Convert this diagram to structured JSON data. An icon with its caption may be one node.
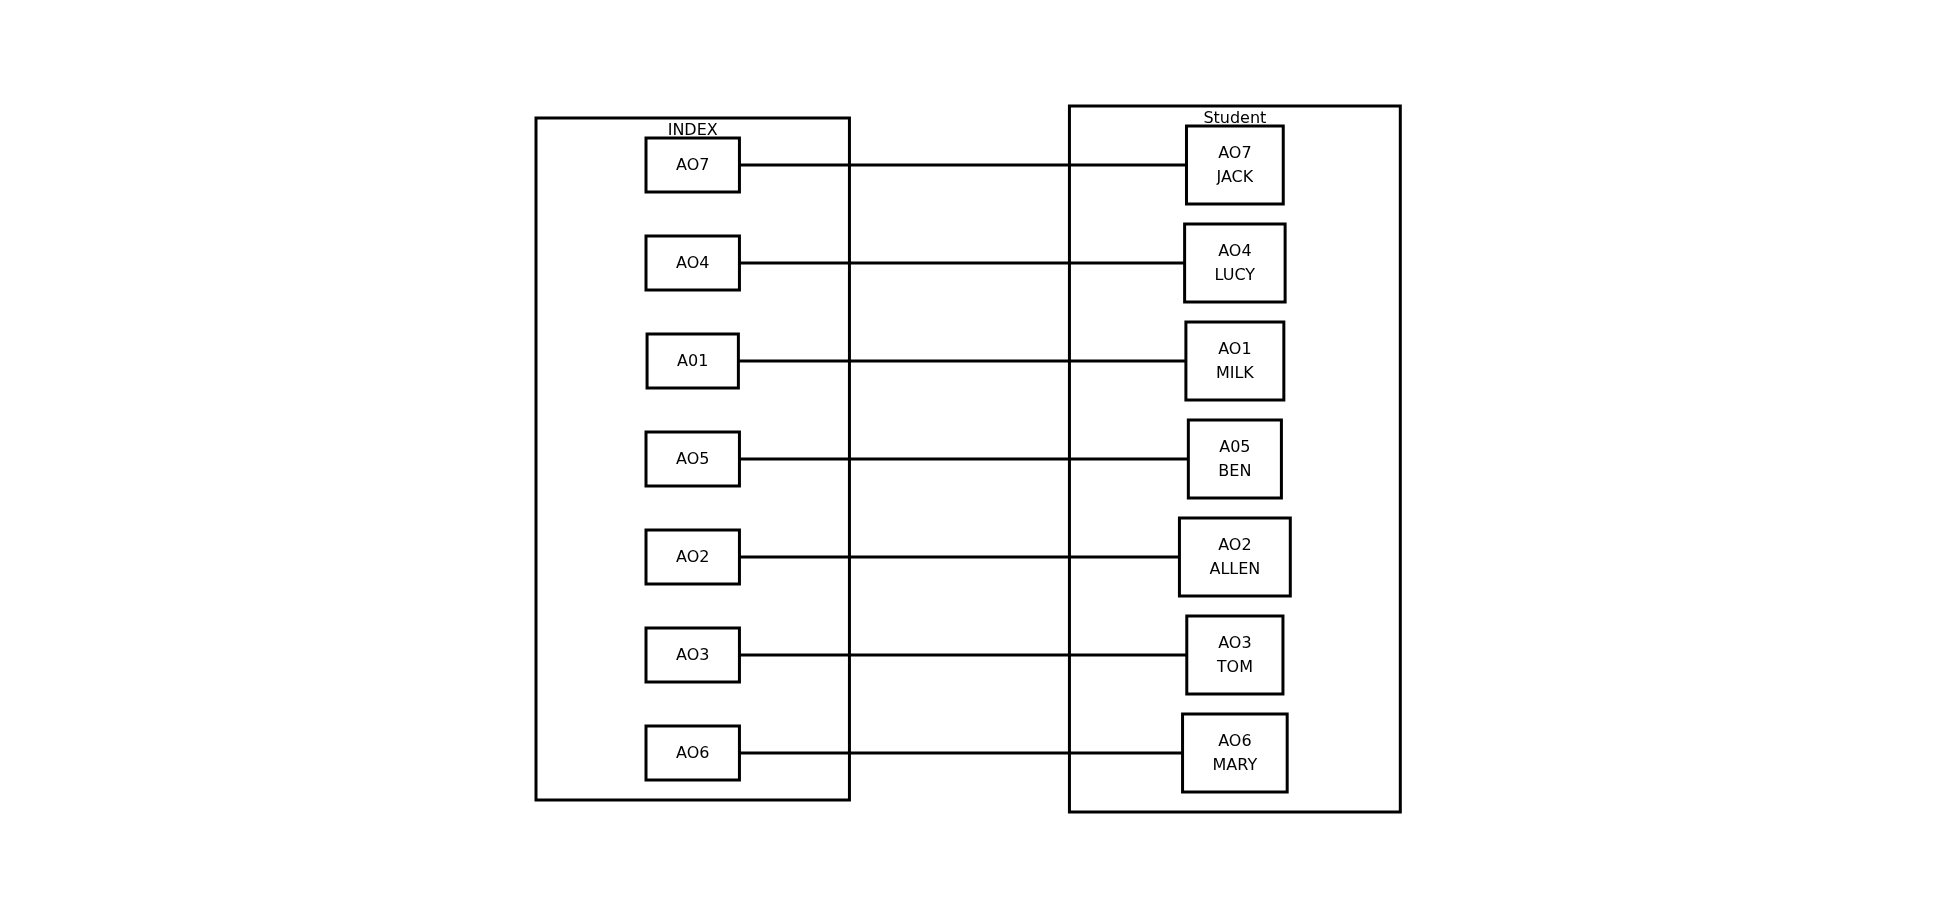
{
  "diagram": {
    "nodes": [
      {
        "text": [
          "INDEX"
        ]
      },
      {
        "text": [
          "A01"
        ],
        "in": 0
      },
      {
        "text": [
          "AO2"
        ],
        "in": 0
      },
      {
        "text": [
          "AO3"
        ],
        "in": 0
      },
      {
        "text": [
          "AO4"
        ],
        "in": 0
      },
      {
        "text": [
          "AO5"
        ],
        "in": 0
      },
      {
        "text": [
          "AO6"
        ],
        "in": 0
      },
      {
        "text": [
          "AO7"
        ],
        "in": 0
      },
      {
        "text": [
          "Student"
        ]
      },
      {
        "text": [
          "AO7",
          "JACK"
        ],
        "in": 8
      },
      {
        "text": [
          "AO4",
          "LUCY"
        ],
        "in": 8
      },
      {
        "text": [
          "AO1",
          "MILK"
        ],
        "in": 8
      },
      {
        "text": [
          "A05",
          "BEN"
        ],
        "in": 8
      },
      {
        "text": [
          "AO2",
          "ALLEN"
        ],
        "in": 8
      },
      {
        "text": [
          "AO3",
          "TOM"
        ],
        "in": 8
      },
      {
        "text": [
          "AO6",
          "MARY"
        ],
        "in": 8
      }
    ],
    "edges": [
      {
        "from": 1,
        "to": 11,
        "arrow": "none"
      },
      {
        "from": 2,
        "to": 13,
        "arrow": "none"
      },
      {
        "from": 3,
        "to": 14,
        "arrow": "none"
      },
      {
        "from": 4,
        "to": 10,
        "arrow": "none"
      },
      {
        "from": 5,
        "to": 12,
        "arrow": "none"
      },
      {
        "from": 6,
        "to": 15,
        "arrow": "none"
      },
      {
        "from": 7,
        "to": 9,
        "arrow": "none"
      }
    ]
  }
}
